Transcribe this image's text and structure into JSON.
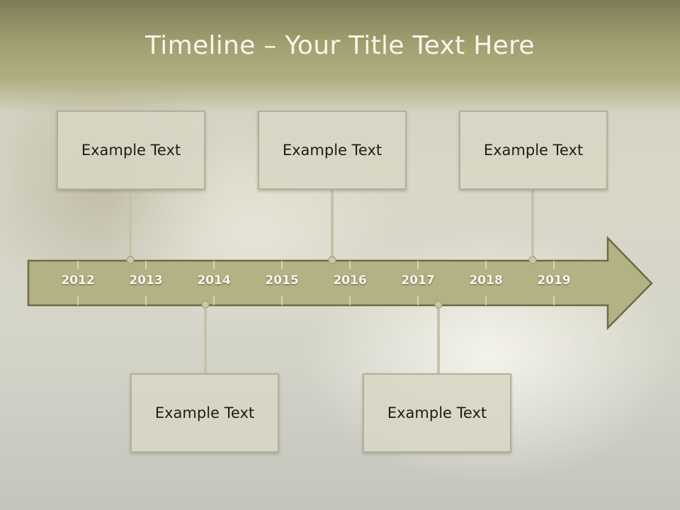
{
  "title": "Timeline – Your Title Text Here",
  "years": [
    "2012",
    "2013",
    "2014",
    "2015",
    "2016",
    "2017",
    "2018",
    "2019"
  ],
  "events_top": [
    {
      "text": "Example Text"
    },
    {
      "text": "Example Text"
    },
    {
      "text": "Example Text"
    }
  ],
  "events_bottom": [
    {
      "text": "Example Text"
    },
    {
      "text": "Example Text"
    }
  ],
  "colors": {
    "title_band": "#a3a070",
    "arrow_fill": "#b3b285",
    "arrow_stroke": "#6e6b45",
    "connector": "#c5c3a8",
    "box_fill": "#d8d6c4"
  }
}
